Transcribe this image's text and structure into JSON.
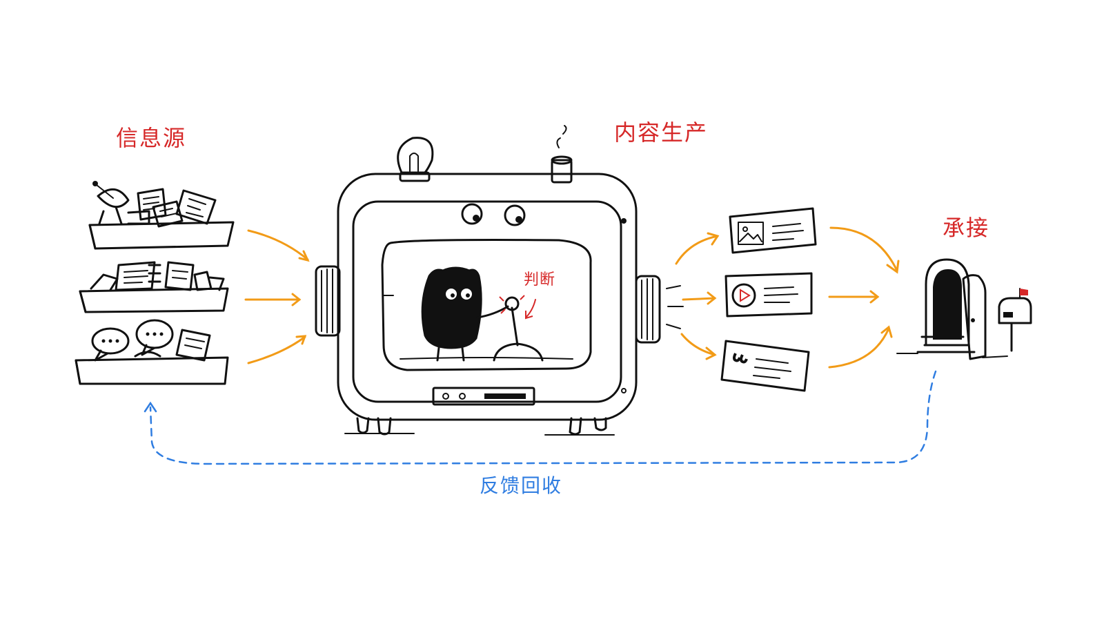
{
  "labels": {
    "source": "信息源",
    "production": "内容生产",
    "judge": "判断",
    "receive": "承接",
    "feedback": "反馈回收"
  },
  "colors": {
    "red_label": "#d62828",
    "orange_arrow": "#f29b17",
    "blue_feedback": "#2f7de1",
    "ink": "#111111",
    "background": "#ffffff"
  },
  "icons": {
    "source_trays": [
      "satellite-dish-icon",
      "documents-icon",
      "chat-bubbles-icon"
    ],
    "machine": "content-machine-icon",
    "character": "black-creature-icon",
    "lever": "lever-icon",
    "bulb": "lightbulb-icon",
    "outputs": [
      "image-card-icon",
      "video-card-icon",
      "quote-card-icon"
    ],
    "destination": [
      "open-door-icon",
      "mailbox-icon"
    ]
  }
}
